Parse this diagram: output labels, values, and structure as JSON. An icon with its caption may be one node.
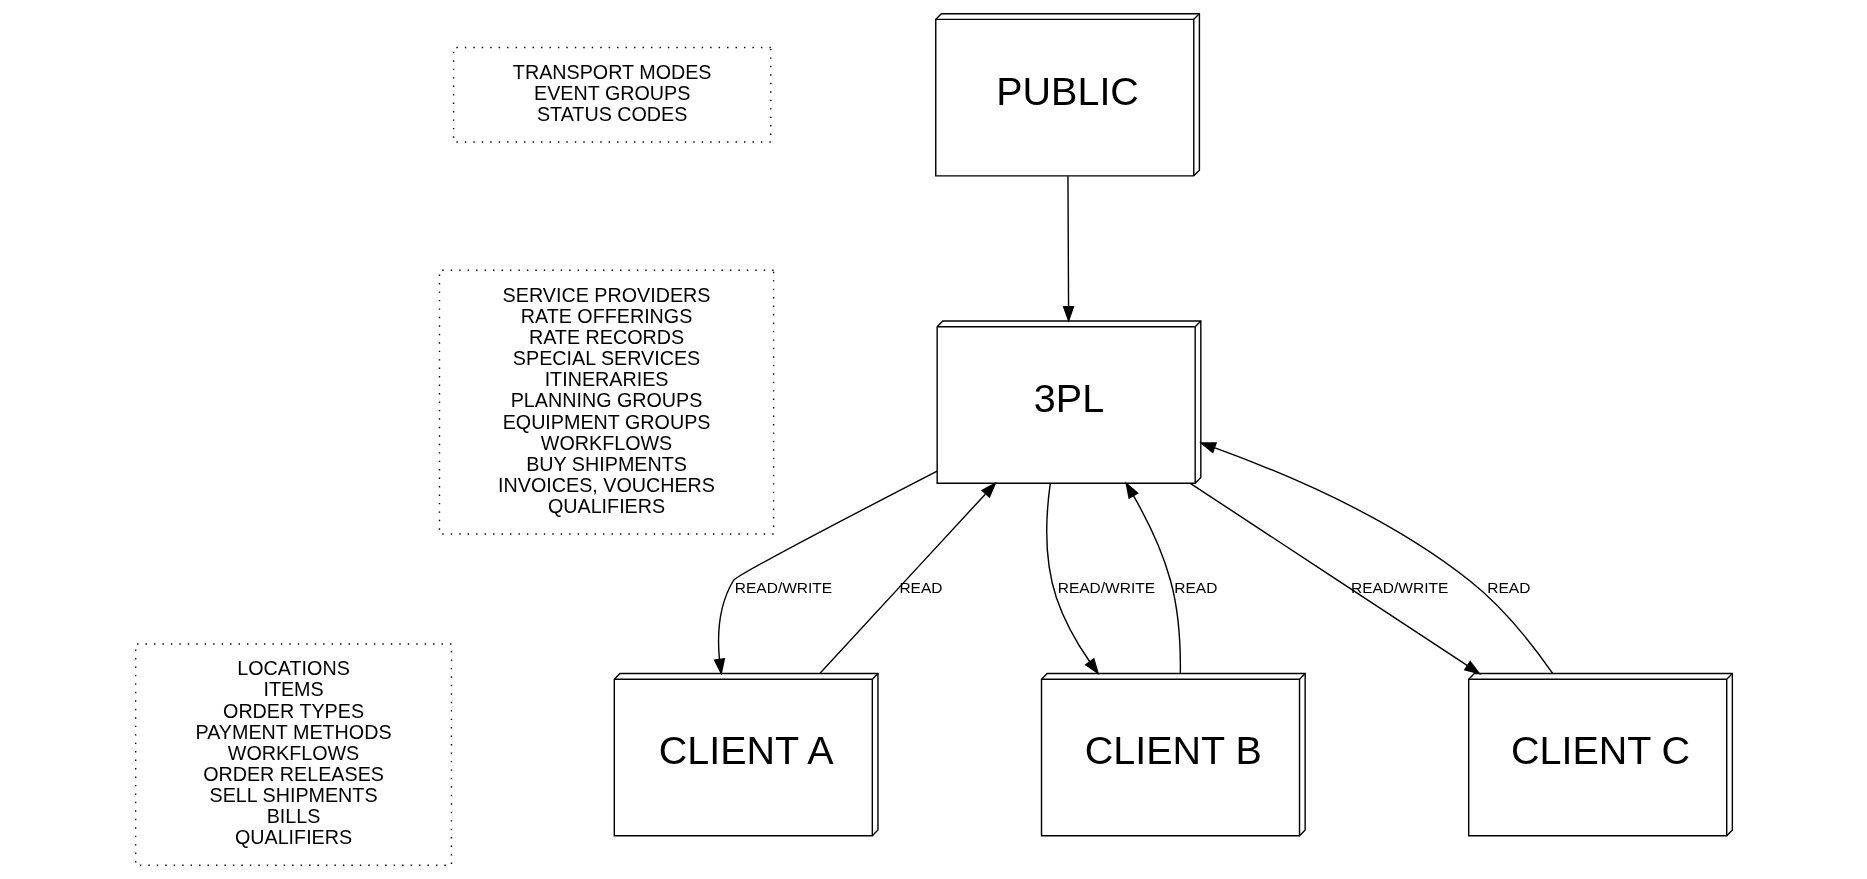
{
  "diagram": {
    "nodes": [
      {
        "text": [
          "TRANSPORT MODES",
          "EVENT GROUPS",
          "STATUS CODES"
        ]
      },
      {
        "text": [
          "PUBLIC"
        ]
      },
      {
        "text": [
          "SERVICE PROVIDERS",
          "RATE OFFERINGS",
          "RATE RECORDS",
          "SPECIAL SERVICES",
          "ITINERARIES",
          "PLANNING GROUPS",
          "EQUIPMENT GROUPS",
          "WORKFLOWS",
          "BUY SHIPMENTS",
          "INVOICES, VOUCHERS",
          "QUALIFIERS"
        ]
      },
      {
        "text": [
          "3PL"
        ]
      },
      {
        "text": [
          "LOCATIONS",
          "ITEMS",
          "ORDER TYPES",
          "PAYMENT METHODS",
          "WORKFLOWS",
          "ORDER RELEASES",
          "SELL SHIPMENTS",
          "BILLS",
          "QUALIFIERS"
        ]
      },
      {
        "text": [
          "CLIENT A"
        ]
      },
      {
        "text": [
          "CLIENT B"
        ]
      },
      {
        "text": [
          "CLIENT C"
        ]
      }
    ],
    "edges": [
      {
        "from": 1,
        "to": 3,
        "arrow": "to"
      },
      {
        "from": 3,
        "to": 5,
        "arrow": "to",
        "label": "READ/WRITE"
      },
      {
        "from": 5,
        "to": 3,
        "arrow": "to",
        "label": "READ"
      },
      {
        "from": 3,
        "to": 6,
        "arrow": "to",
        "label": "READ/WRITE"
      },
      {
        "from": 6,
        "to": 3,
        "arrow": "to",
        "label": "READ"
      },
      {
        "from": 3,
        "to": 7,
        "arrow": "to",
        "label": "READ/WRITE"
      },
      {
        "from": 7,
        "to": 3,
        "arrow": "to",
        "label": "READ"
      }
    ]
  }
}
